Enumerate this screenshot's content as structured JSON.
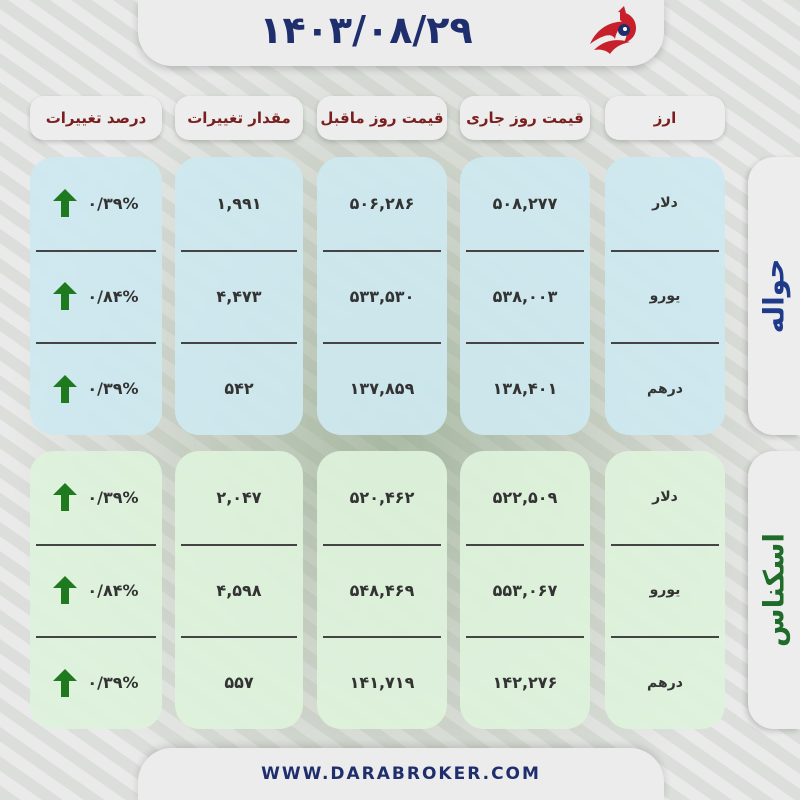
{
  "date": "۱۴۰۳/۰۸/۲۹",
  "website": "WWW.DARABROKER.COM",
  "colors": {
    "navy": "#1f2f6e",
    "header_text": "#7a1f1f",
    "up_arrow": "#1f7a1f",
    "havaleh_label": "#1f3a8a",
    "eskenas_label": "#1f6b2a"
  },
  "headers": {
    "currency": "ارز",
    "current_price": "قیمت روز جاری",
    "previous_price": "قیمت روز ماقبل",
    "change_amount": "مقدار تغییرات",
    "change_percent": "درصد تغییرات"
  },
  "sections": {
    "havaleh": {
      "label": "حواله",
      "rows": [
        {
          "currency": "دلار",
          "current": "۵۰۸,۲۷۷",
          "previous": "۵۰۶,۲۸۶",
          "change": "۱,۹۹۱",
          "percent": "۰/۳۹%",
          "trend": "up-arrow-icon"
        },
        {
          "currency": "یورو",
          "current": "۵۳۸,۰۰۳",
          "previous": "۵۳۳,۵۳۰",
          "change": "۴,۴۷۳",
          "percent": "۰/۸۴%",
          "trend": "up-arrow-icon"
        },
        {
          "currency": "درهم",
          "current": "۱۳۸,۴۰۱",
          "previous": "۱۳۷,۸۵۹",
          "change": "۵۴۲",
          "percent": "۰/۳۹%",
          "trend": "up-arrow-icon"
        }
      ]
    },
    "eskenas": {
      "label": "اسکناس",
      "rows": [
        {
          "currency": "دلار",
          "current": "۵۲۲,۵۰۹",
          "previous": "۵۲۰,۴۶۲",
          "change": "۲,۰۴۷",
          "percent": "۰/۳۹%",
          "trend": "up-arrow-icon"
        },
        {
          "currency": "یورو",
          "current": "۵۵۳,۰۶۷",
          "previous": "۵۴۸,۴۶۹",
          "change": "۴,۵۹۸",
          "percent": "۰/۸۴%",
          "trend": "up-arrow-icon"
        },
        {
          "currency": "درهم",
          "current": "۱۴۲,۲۷۶",
          "previous": "۱۴۱,۷۱۹",
          "change": "۵۵۷",
          "percent": "۰/۳۹%",
          "trend": "up-arrow-icon"
        }
      ]
    }
  },
  "logo_icon": "bird-logo-icon"
}
